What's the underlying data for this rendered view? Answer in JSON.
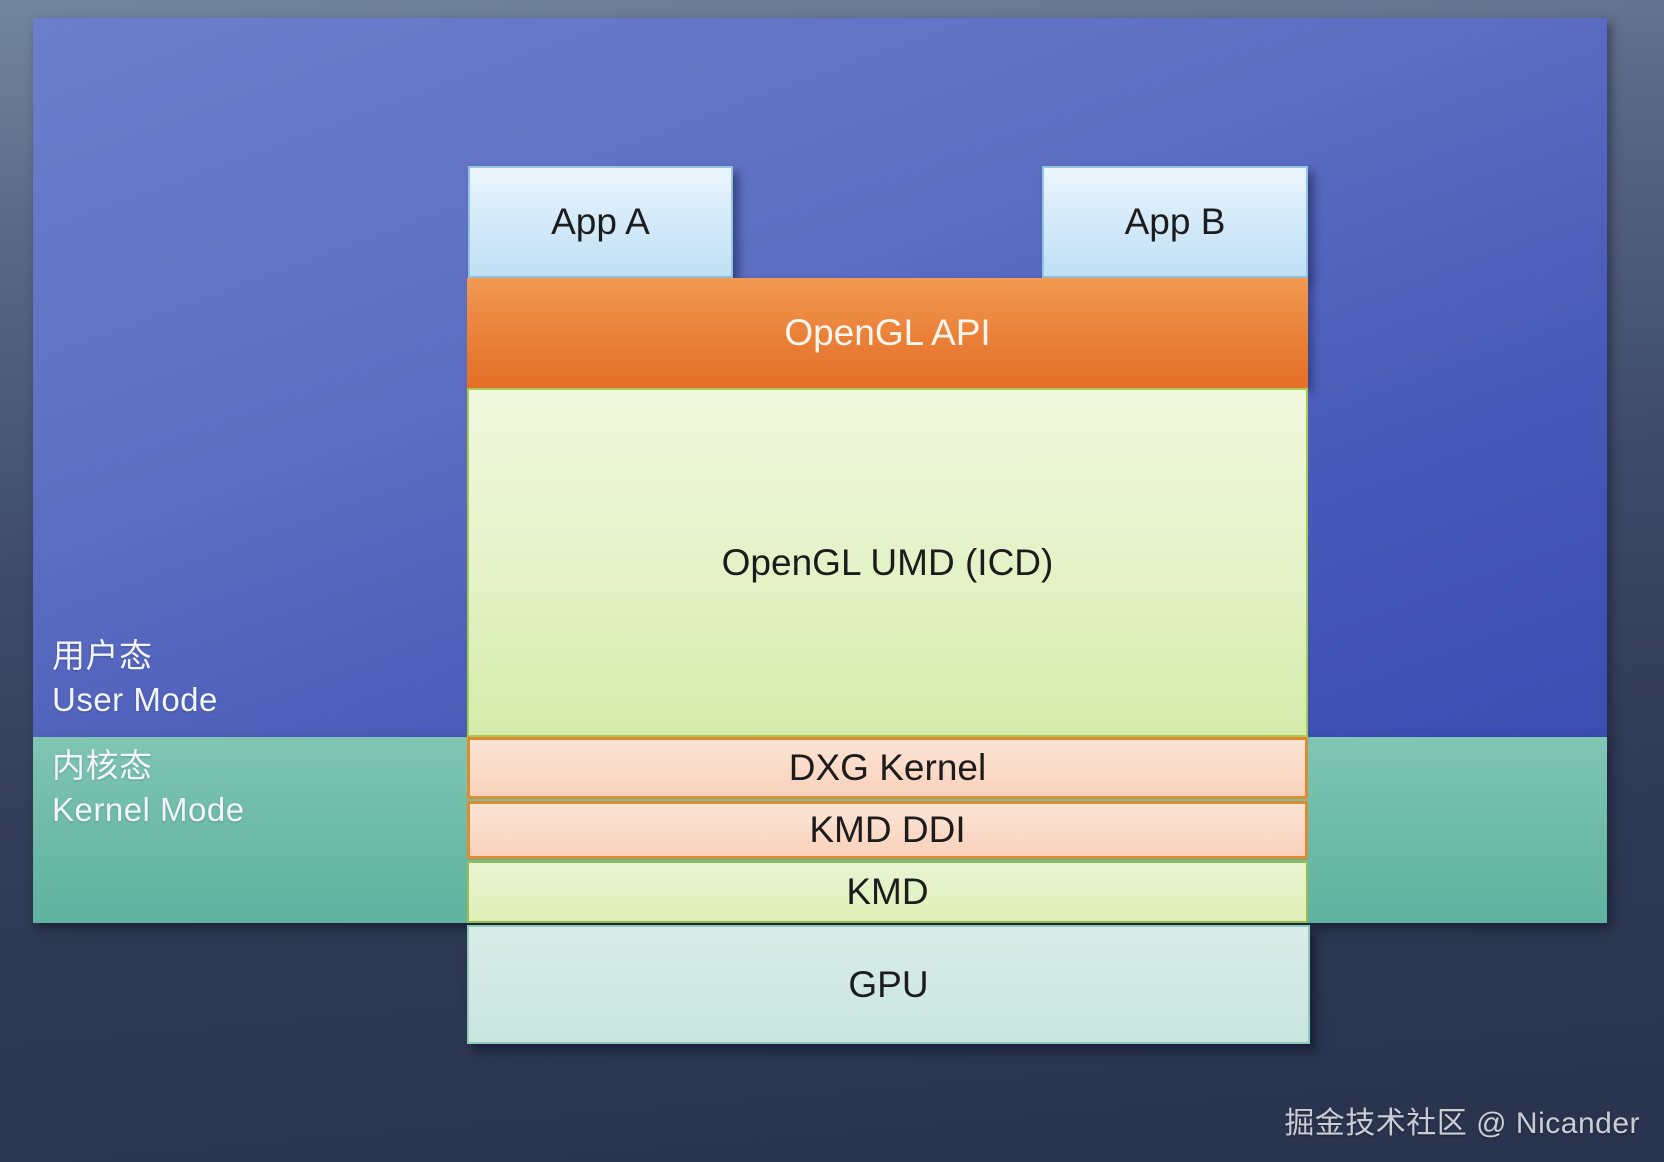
{
  "regions": {
    "user_mode": {
      "label_zh": "用户态",
      "label_en": "User Mode",
      "color": "#4f60bd"
    },
    "kernel_mode": {
      "label_zh": "内核态",
      "label_en": "Kernel Mode",
      "color": "#6fbca8"
    }
  },
  "boxes": {
    "app_a": {
      "label": "App A",
      "fill": "#d6ebfa",
      "border": "#93c4e4"
    },
    "app_b": {
      "label": "App B",
      "fill": "#d6ebfa",
      "border": "#93c4e4"
    },
    "opengl_api": {
      "label": "OpenGL API",
      "fill": "#ea8038",
      "text_color": "#fdf6ee"
    },
    "opengl_umd": {
      "label": "OpenGL UMD (ICD)",
      "fill": "#e4f2c6",
      "border": "#a9ca52"
    },
    "dxg_kernel": {
      "label": "DXG Kernel",
      "fill": "#f9d2bc",
      "border": "#de8c2f"
    },
    "kmd_ddi": {
      "label": "KMD DDI",
      "fill": "#f9d2bc",
      "border": "#de8c2f"
    },
    "kmd": {
      "label": "KMD",
      "fill": "#def0b8",
      "border": "#97bd4b"
    },
    "gpu": {
      "label": "GPU",
      "fill": "#c9e5df",
      "border": "#93c9bd"
    }
  },
  "watermark": {
    "text": "掘金技术社区 @ Nicander",
    "color": "#c9cdd6"
  }
}
